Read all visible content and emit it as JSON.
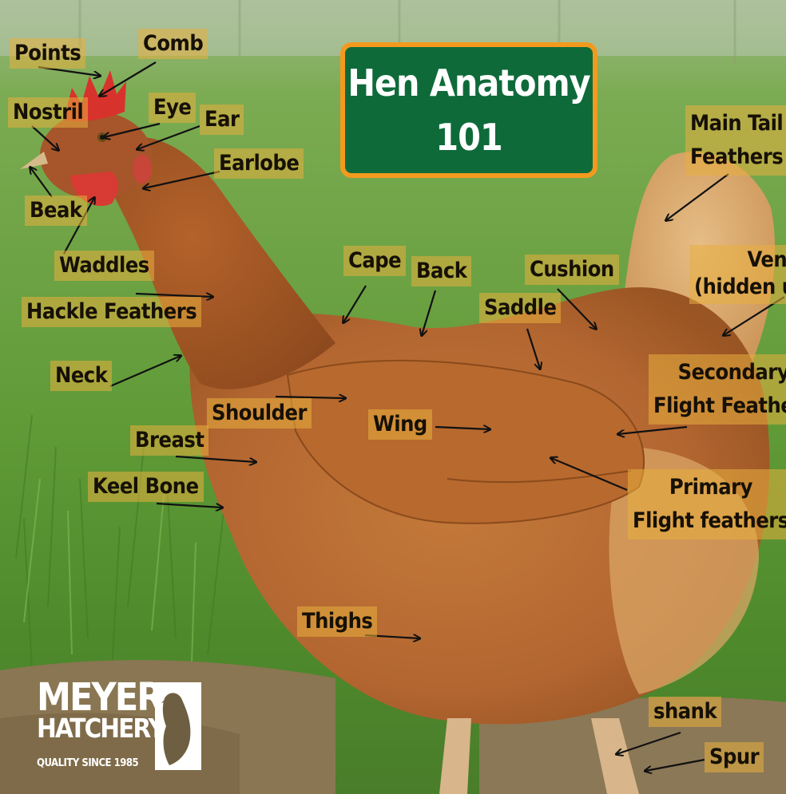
{
  "title": {
    "line1": "Hen Anatomy",
    "line2": "101"
  },
  "labels": {
    "points": "Points",
    "comb": "Comb",
    "nostril": "Nostril",
    "eye": "Eye",
    "ear": "Ear",
    "earlobe": "Earlobe",
    "beak": "Beak",
    "waddles": "Waddles",
    "hackle": "Hackle Feathers",
    "neck": "Neck",
    "cape": "Cape",
    "back": "Back",
    "cushion": "Cushion",
    "saddle": "Saddle",
    "main_tail_1": "Main Tail",
    "main_tail_2": "Feathers",
    "vent": "Vent area",
    "vent_note": "(hidden under fluff)",
    "secondary_1": "Secondary",
    "secondary_2": "Flight Feathers",
    "shoulder": "Shoulder",
    "wing": "Wing",
    "breast": "Breast",
    "keel": "Keel Bone",
    "primary_1": "Primary",
    "primary_2": "Flight feathers",
    "thighs": "Thighs",
    "shank": "shank",
    "spur": "Spur"
  },
  "logo": {
    "line1": "MEYER",
    "line2": "HATCHERY",
    "tagline": "QUALITY SINCE 1985"
  },
  "colors": {
    "title_bg": "#0f6a3a",
    "title_border": "#f29a1e",
    "label_bg": "#e8af3e",
    "hen_body": "#b7692e",
    "grass": "#5c9a34"
  }
}
